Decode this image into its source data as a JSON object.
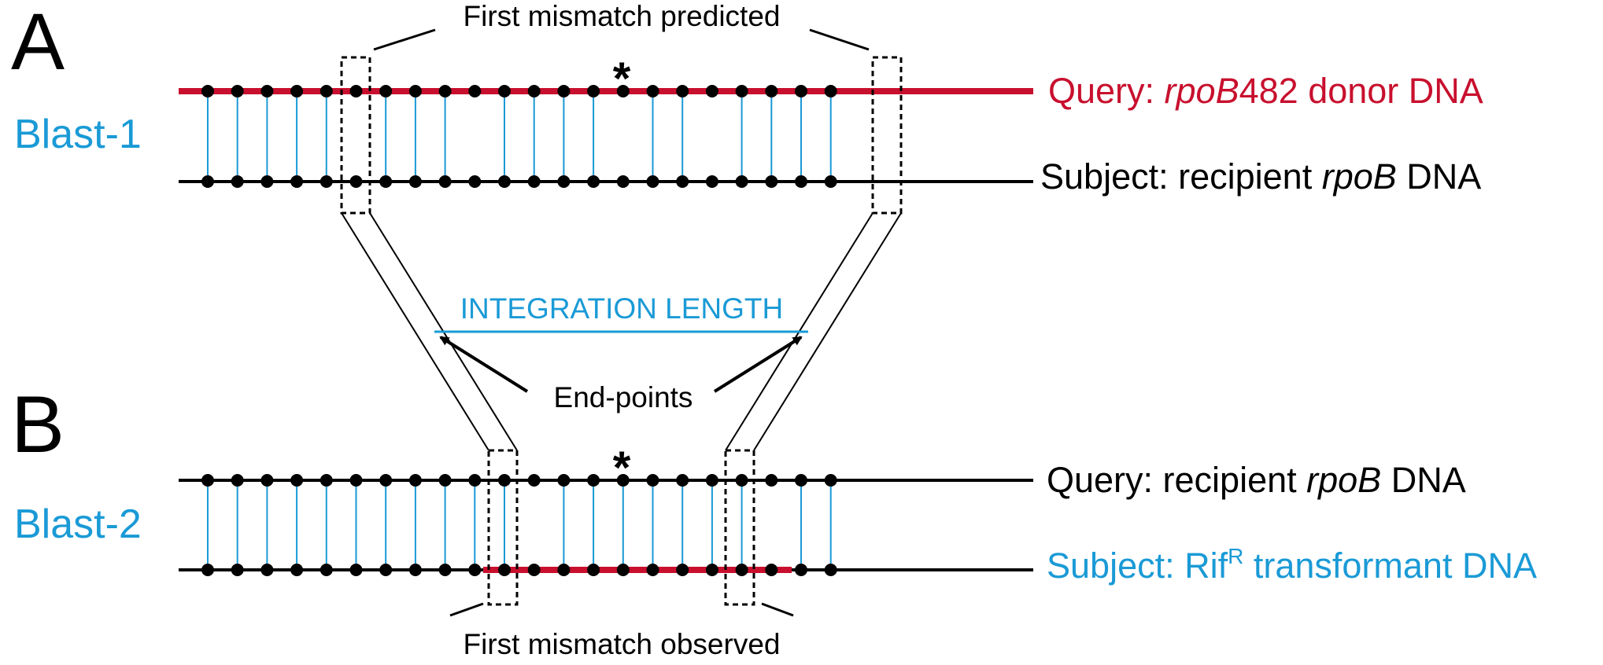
{
  "panels": {
    "a": "A",
    "b": "B"
  },
  "blast1": {
    "label": "Blast-1",
    "query": {
      "prefix": "Query: ",
      "gene": "rpoB",
      "suffix": "482 donor DNA"
    },
    "subject": {
      "prefix": "Subject: recipient ",
      "gene": "rpoB",
      "suffix": " DNA"
    },
    "annotation": "First mismatch predicted"
  },
  "blast2": {
    "label": "Blast-2",
    "query": {
      "prefix": "Query: recipient ",
      "gene": "rpoB",
      "suffix": " DNA"
    },
    "subject": {
      "prefix": "Subject: Rif",
      "superscript": "R",
      "suffix": " transformant DNA"
    },
    "annotation": "First mismatch observed"
  },
  "integration_label": "INTEGRATION LENGTH",
  "endpoints_label": "End-points",
  "star": "*",
  "colors": {
    "red": "#c8102e",
    "blue": "#1a9ad6",
    "black": "#000000"
  }
}
